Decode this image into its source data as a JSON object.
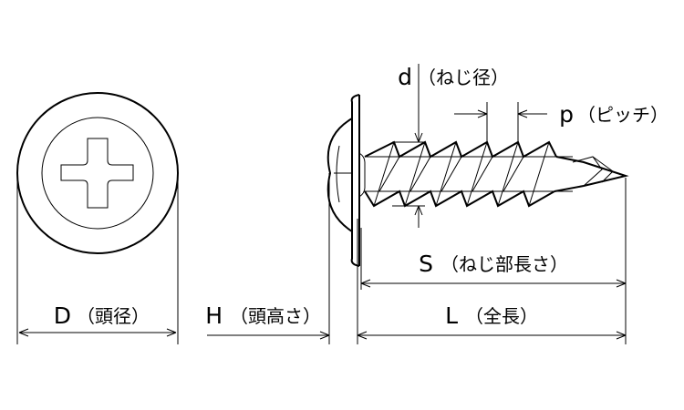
{
  "labels": {
    "head_diameter": {
      "letter": "D",
      "caption": "（頭径）"
    },
    "head_height": {
      "letter": "H",
      "caption": "（頭高さ）"
    },
    "total_length": {
      "letter": "L",
      "caption": "（全長）"
    },
    "thread_length": {
      "letter": "S",
      "caption": "（ねじ部長さ）"
    },
    "thread_diameter": {
      "letter": "d",
      "caption": "（ねじ径）"
    },
    "pitch": {
      "letter": "p",
      "caption": "（ピッチ）"
    }
  },
  "icons": [
    "phillips-cross-recess-icon",
    "screw-side-view-icon"
  ]
}
